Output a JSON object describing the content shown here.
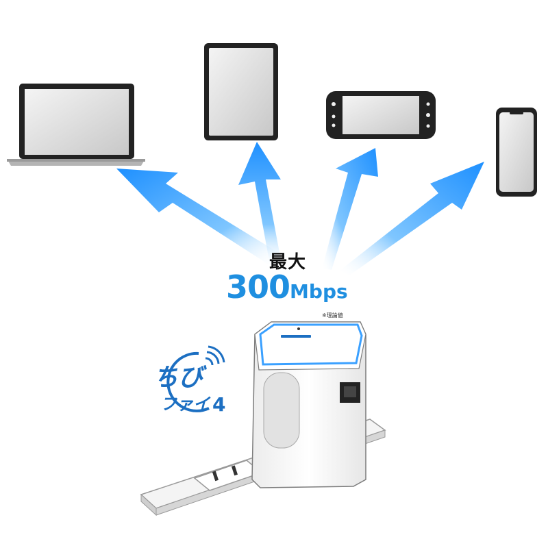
{
  "heading": {
    "max_label": "最大",
    "speed_number": "300",
    "speed_unit": "Mbps",
    "note": "※理論値"
  },
  "logo": {
    "line1": "ちび",
    "line2": "ファイ",
    "number": "4"
  },
  "colors": {
    "arrow_blue": "#1e90ff",
    "speed_blue": "#1f8fe0",
    "logo_blue": "#1c6fc2",
    "device_frame": "#222222",
    "router_accent": "#3aa0ff"
  },
  "devices": [
    "laptop",
    "tablet",
    "game-console",
    "smartphone"
  ]
}
